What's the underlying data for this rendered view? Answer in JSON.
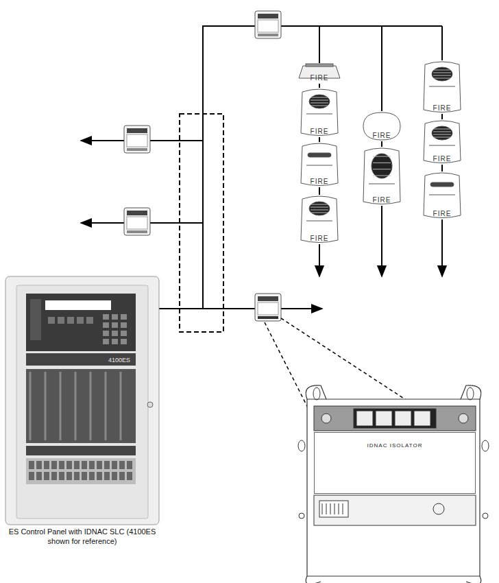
{
  "diagram": {
    "caption": "ES Control Panel with IDNAC SLC (4100ES shown for reference)",
    "nodes": [
      {
        "text": [
          "4100ES"
        ]
      },
      {
        "text": [
          "FIRE"
        ]
      },
      {
        "text": [
          "FIRE"
        ]
      },
      {
        "text": [
          "FIRE"
        ]
      },
      {
        "text": [
          "FIRE"
        ]
      },
      {
        "text": [
          "FIRE"
        ]
      },
      {
        "text": [
          "FIRE"
        ]
      },
      {
        "text": [
          "FIRE"
        ]
      },
      {
        "text": [
          "FIRE"
        ]
      },
      {
        "text": [
          "FIRE"
        ]
      },
      {
        "text": [
          "IDNAC ISOLATOR"
        ]
      }
    ],
    "edges": [
      {
        "from": 1,
        "to": 2,
        "arrow": "none"
      },
      {
        "from": 2,
        "to": 3,
        "arrow": "none"
      },
      {
        "from": 3,
        "to": 4,
        "arrow": "none"
      },
      {
        "from": 5,
        "to": 6,
        "arrow": "none"
      },
      {
        "from": 7,
        "to": 8,
        "arrow": "none"
      },
      {
        "from": 8,
        "to": 9,
        "arrow": "none"
      }
    ]
  }
}
